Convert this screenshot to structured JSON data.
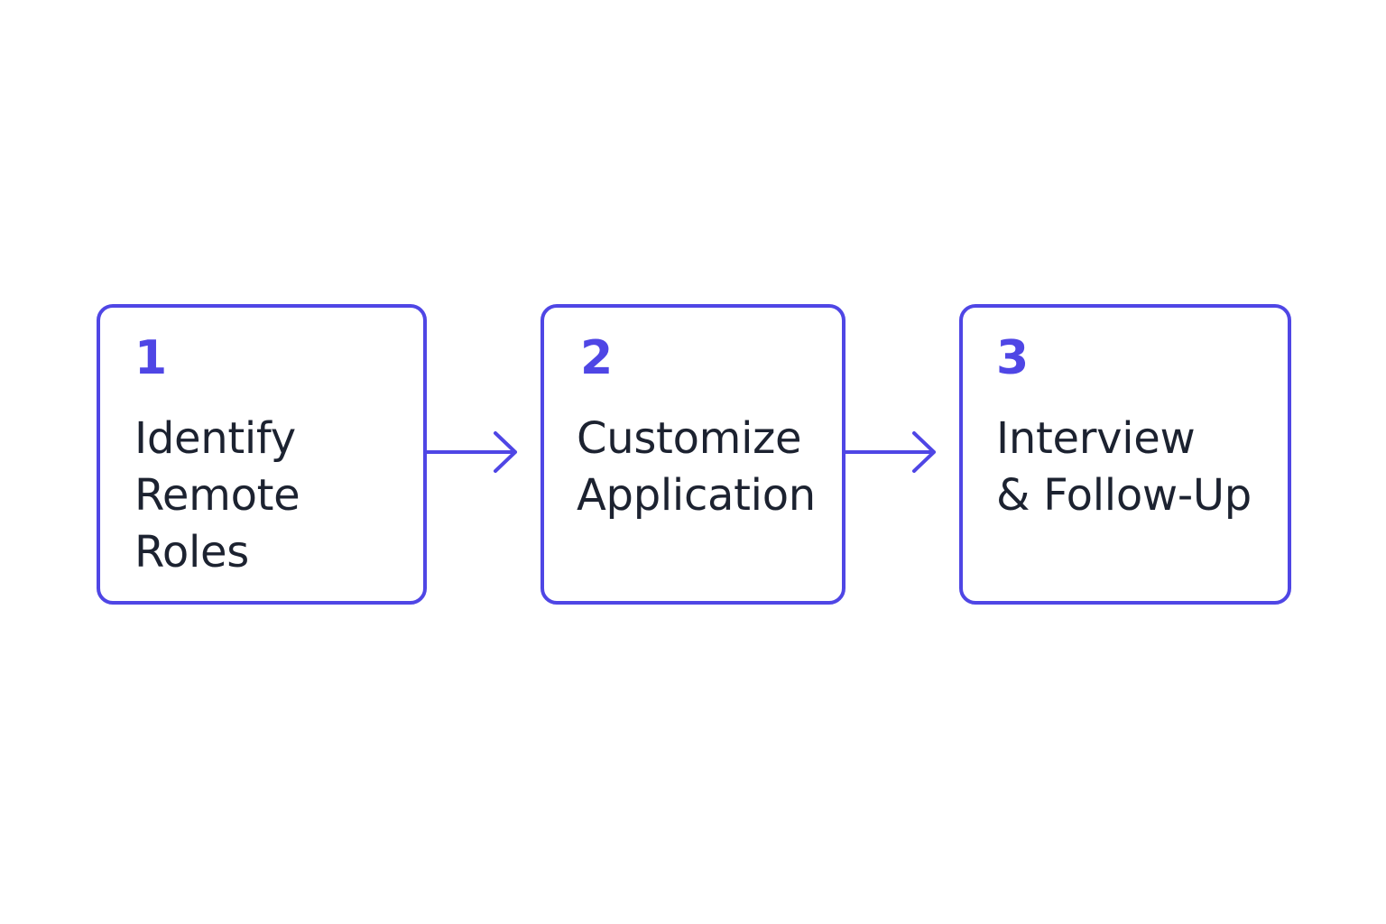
{
  "colors": {
    "accent": "#4f46e5",
    "text": "#1c2230",
    "background": "#ffffff"
  },
  "steps": [
    {
      "number": "1",
      "title_lines": [
        "Identify",
        "Remote",
        "Roles"
      ]
    },
    {
      "number": "2",
      "title_lines": [
        "Customize",
        "Application"
      ]
    },
    {
      "number": "3",
      "title_lines": [
        "Interview",
        "& Follow-Up"
      ]
    }
  ],
  "connectors": [
    {
      "from": "1",
      "to": "2",
      "icon": "arrow-right-icon"
    },
    {
      "from": "2",
      "to": "3",
      "icon": "arrow-right-icon"
    }
  ]
}
